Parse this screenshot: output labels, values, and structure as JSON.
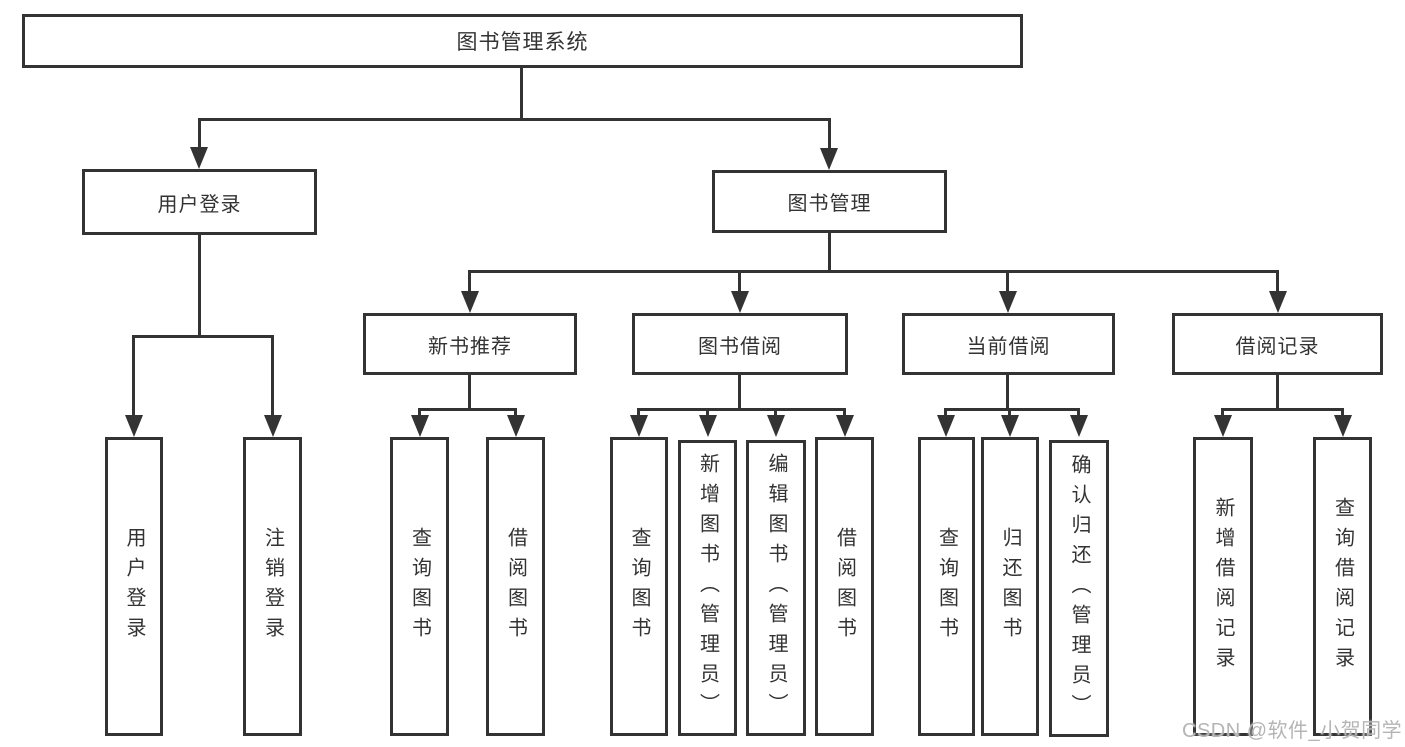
{
  "diagram": {
    "title": "图书管理系统",
    "nodes": {
      "root": "图书管理系统",
      "user_login": "用户登录",
      "book_mgmt": "图书管理",
      "new_books": "新书推荐",
      "book_borrow": "图书借阅",
      "current_borrow": "当前借阅",
      "borrow_records": "借阅记录",
      "leaves": {
        "user": [
          "用户登录",
          "注销登录"
        ],
        "recommend": [
          "查询图书",
          "借阅图书"
        ],
        "borrow": [
          "查询图书",
          "新增图书（管理员）",
          "编辑图书（管理员）",
          "借阅图书"
        ],
        "current": [
          "查询图书",
          "归还图书",
          "确认归还（管理员）"
        ],
        "records": [
          "新增借阅记录",
          "查询借阅记录"
        ]
      }
    },
    "colors": {
      "line": "#333333",
      "text": "#333333",
      "box_fill": "#ffffff",
      "background": "#ffffff",
      "watermark": "#b5b5b5"
    }
  },
  "watermark": {
    "text": "CSDN @软件_小贺同学"
  }
}
